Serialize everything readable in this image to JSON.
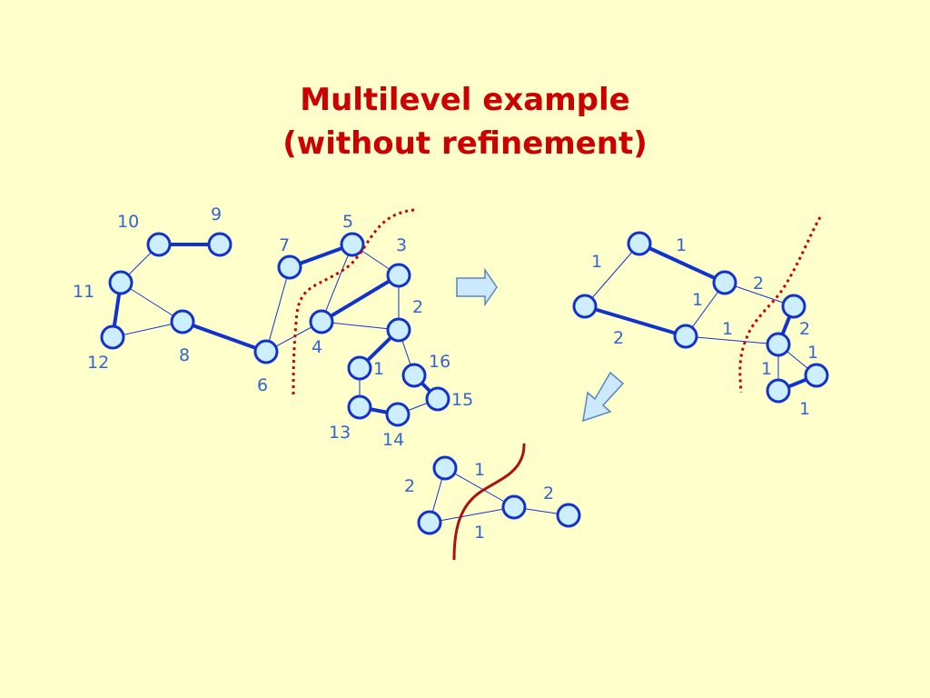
{
  "title": {
    "line1": "Multilevel example",
    "line2": "(without refinement)"
  },
  "colors": {
    "background": "#ffffcc",
    "title": "#cc0000",
    "node_fill": "#cceeff",
    "node_stroke": "#1133cc",
    "edge": "#1133cc",
    "label": "#3366cc",
    "partition_cut": "#cc0000",
    "arrow_fill": "#cce8ff",
    "arrow_stroke": "#5588bb"
  },
  "graphs": {
    "fine": {
      "node_labels": [
        "10",
        "9",
        "11",
        "7",
        "5",
        "3",
        "2",
        "12",
        "8",
        "4",
        "6",
        "1",
        "16",
        "13",
        "14",
        "15"
      ]
    },
    "mid": {
      "node_labels": [
        "1",
        "1",
        "2",
        "1",
        "2",
        "1",
        "2",
        "1",
        "1",
        "1"
      ]
    },
    "coarse": {
      "edge_labels": [
        "2",
        "1",
        "2",
        "1"
      ]
    }
  }
}
